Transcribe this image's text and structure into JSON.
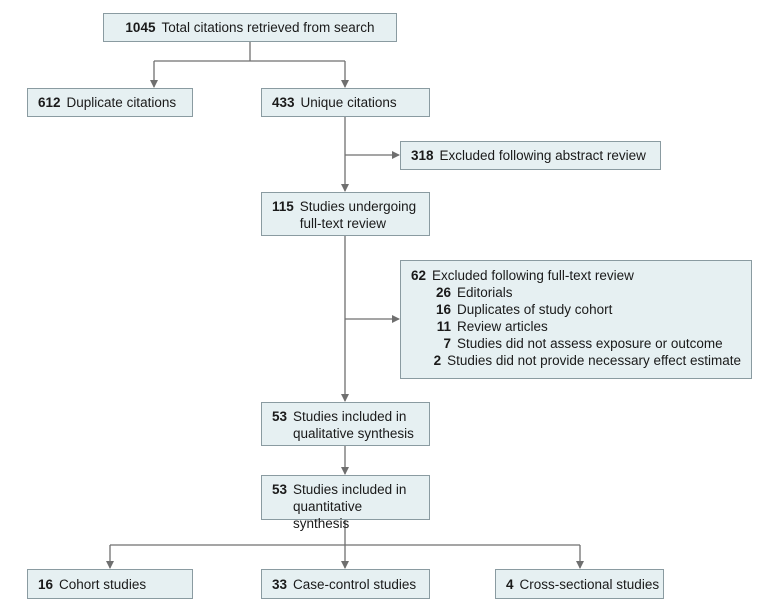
{
  "boxes": {
    "total": {
      "count": "1045",
      "label": "Total citations retrieved from search"
    },
    "duplicates": {
      "count": "612",
      "label": "Duplicate citations"
    },
    "unique": {
      "count": "433",
      "label": "Unique citations"
    },
    "excluded_abstract": {
      "count": "318",
      "label": "Excluded following abstract review"
    },
    "fulltext": {
      "count": "115",
      "label": "Studies undergoing full-text review"
    },
    "excluded_fulltext": {
      "count": "62",
      "label": "Excluded following full-text review",
      "reasons": [
        {
          "count": "26",
          "label": "Editorials"
        },
        {
          "count": "16",
          "label": "Duplicates of study cohort"
        },
        {
          "count": "11",
          "label": "Review articles"
        },
        {
          "count": "7",
          "label": "Studies did not assess exposure or outcome"
        },
        {
          "count": "2",
          "label": "Studies did not provide necessary effect estimate"
        }
      ]
    },
    "qualitative": {
      "count": "53",
      "label": "Studies included in qualitative synthesis"
    },
    "quantitative": {
      "count": "53",
      "label": "Studies included in quantitative synthesis"
    },
    "cohort": {
      "count": "16",
      "label": "Cohort studies"
    },
    "case_control": {
      "count": "33",
      "label": "Case-control studies"
    },
    "cross_sectional": {
      "count": "4",
      "label": "Cross-sectional studies"
    }
  },
  "colors": {
    "box_fill": "#e6f0f2",
    "box_border": "#8a9ba1",
    "line": "#6f6f6f"
  }
}
